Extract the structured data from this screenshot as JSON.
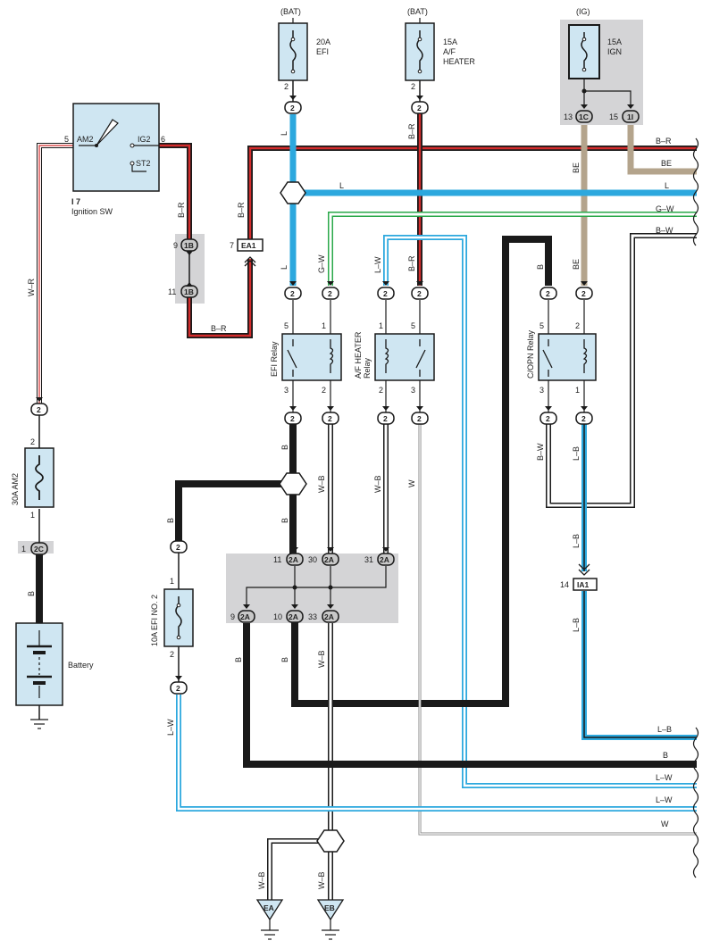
{
  "sources": {
    "bat1": "(BAT)",
    "bat2": "(BAT)",
    "ig": "(IG)"
  },
  "fuses": {
    "efi": {
      "amp": "20A",
      "name": "EFI",
      "pin": "2"
    },
    "afh": {
      "amp": "15A",
      "name": "A/F",
      "name2": "HEATER",
      "pin": "2"
    },
    "ign": {
      "amp": "15A",
      "name": "IGN"
    },
    "am2": {
      "label": "30A AM2",
      "pin_top": "2",
      "pin_bottom": "1"
    },
    "efi2": {
      "label": "10A EFI NO. 2",
      "pin_top": "1",
      "pin_bottom": "2"
    }
  },
  "ignition": {
    "id": "I 7",
    "name": "Ignition SW",
    "am2": "AM2",
    "ig2": "IG2",
    "st2": "ST2",
    "pin_am2": "5",
    "pin_ig2": "6"
  },
  "relays": {
    "efi": {
      "name": "EFI Relay",
      "p5": "5",
      "p1": "1",
      "p3": "3",
      "p2": "2"
    },
    "afh": {
      "name": "A/F HEATER",
      "name2": "Relay",
      "p1": "1",
      "p5": "5",
      "p2": "2",
      "p3": "3"
    },
    "copn": {
      "name": "C/OPN Relay",
      "p5": "5",
      "p2": "2",
      "p3": "3",
      "p1": "1"
    }
  },
  "battery": {
    "name": "Battery"
  },
  "connectors": {
    "two": "2",
    "c1b": "1B",
    "c1b_pin_top": "9",
    "c1b_pin_bottom": "11",
    "ea1": "EA1",
    "ea1_pin": "7",
    "c1c": "1C",
    "c1c_pin": "13",
    "c1i": "1I",
    "c1i_pin": "15",
    "c2c": "2C",
    "c2c_pin": "1",
    "c2a": "2A",
    "c2a_pins": {
      "p11": "11",
      "p30": "30",
      "p31": "31",
      "p9": "9",
      "p10": "10",
      "p33": "33"
    },
    "ia1": "IA1",
    "ia1_pin": "14"
  },
  "grounds": {
    "ea": "EA",
    "eb": "EB"
  },
  "wire_labels": {
    "w_r": "W–R",
    "b_r": "B–R",
    "l": "L",
    "be": "BE",
    "g_w": "G–W",
    "b_w": "B–W",
    "l_w": "L–W",
    "b": "B",
    "w_b": "W–B",
    "w": "W",
    "l_b": "L–B"
  },
  "colors": {
    "light_blue": "#2ca8de",
    "red": "#d42c2c",
    "tan": "#b4a48c",
    "green": "#2aa84a",
    "black": "#1a1a1a",
    "component_fill": "#cfe6f2",
    "gray_box": "#d4d4d6"
  }
}
